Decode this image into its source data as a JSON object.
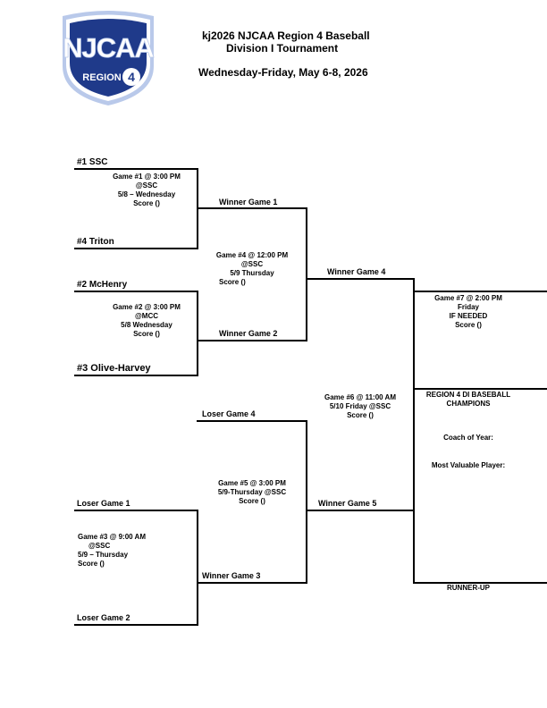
{
  "header": {
    "title_line1": "kj2026 NJCAA Region 4 Baseball",
    "title_line2": "Division I Tournament",
    "dates": "Wednesday-Friday, May 6-8, 2026"
  },
  "logo": {
    "main_text": "NJCAA",
    "region_text": "REGION",
    "region_number": "4",
    "colors": {
      "navy": "#1f3a8a",
      "light_blue": "#b9c9ea",
      "white": "#ffffff"
    }
  },
  "bracket": {
    "seed1": "#1   SSC",
    "seed4": "#4  Triton",
    "seed2": "#2   McHenry",
    "seed3": "#3  Olive-Harvey",
    "loser_game1": "Loser Game 1",
    "loser_game2": "Loser Game 2",
    "game1": {
      "line1": "Game #1 @ 3:00 PM",
      "line2": "@SSC",
      "line3": "5/8 – Wednesday",
      "line4": "Score ()"
    },
    "game2": {
      "line1": "Game #2 @ 3:00 PM",
      "line2": "@MCC",
      "line3": "5/8 Wednesday",
      "line4": "Score ()"
    },
    "game3": {
      "line1": "Game #3 @  9:00 AM",
      "line2": "@SSC",
      "line3": "5/9 – Thursday",
      "line4": "Score ()"
    },
    "game4": {
      "line1": "Game #4 @ 12:00 PM",
      "line2": "@SSC",
      "line3": "5/9 Thursday",
      "line4": "Score ()"
    },
    "game5": {
      "line1": "Game #5 @ 3:00 PM",
      "line2": "5/9-Thursday  @SSC",
      "line3": "Score ()"
    },
    "game6": {
      "line1": "Game #6 @ 11:00 AM",
      "line2": "5/10 Friday @SSC",
      "line3": "Score ()"
    },
    "game7": {
      "line1": "Game #7 @ 2:00 PM",
      "line2": "Friday",
      "line3": "IF NEEDED",
      "line4": "Score ()"
    },
    "winner_game1": "Winner Game 1",
    "winner_game2": "Winner Game 2",
    "winner_game3": "Winner Game 3",
    "winner_game4": "Winner Game 4",
    "winner_game5": "Winner Game 5",
    "loser_game4": "Loser Game 4",
    "champions_line1": "REGION 4 DI BASEBALL",
    "champions_line2": "CHAMPIONS",
    "coach_of_year": "Coach of Year:",
    "mvp": "Most Valuable Player:",
    "runner_up": "RUNNER-UP"
  }
}
